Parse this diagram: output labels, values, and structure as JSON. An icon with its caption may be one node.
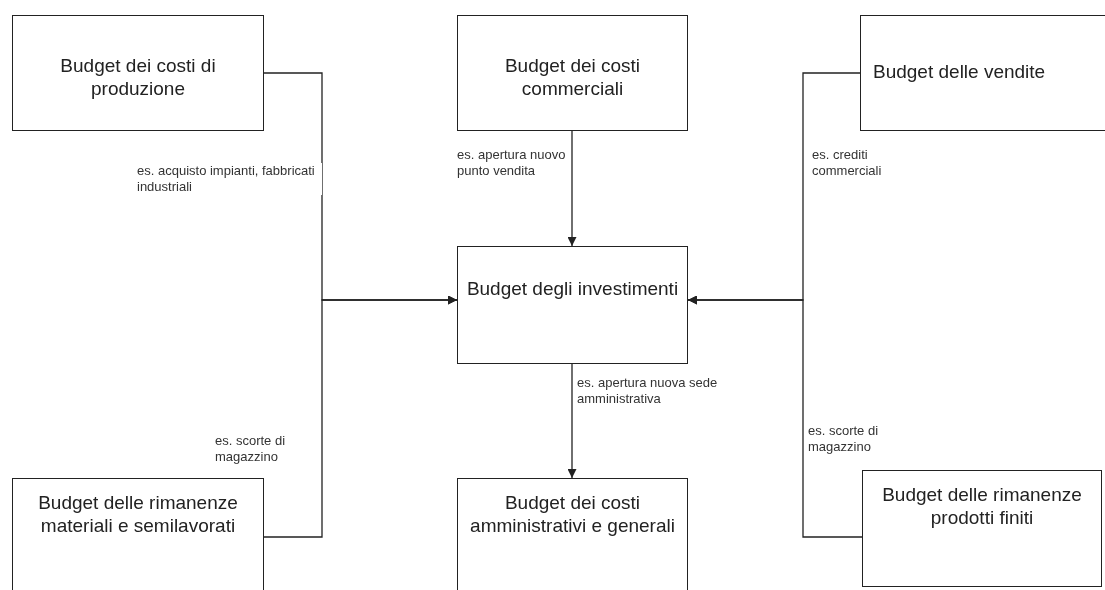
{
  "diagram": {
    "nodes": [
      {
        "text": [
          "Budget dei costi di produzione"
        ]
      },
      {
        "text": [
          "Budget dei costi commerciali"
        ]
      },
      {
        "text": [
          "Budget delle vendite"
        ]
      },
      {
        "text": [
          "Budget degli investimenti"
        ]
      },
      {
        "text": [
          "Budget delle rimanenze materiali e semilavorati"
        ]
      },
      {
        "text": [
          "Budget dei costi amministrativi e generali"
        ]
      },
      {
        "text": [
          "Budget delle rimanenze prodotti finiti"
        ]
      }
    ],
    "edges": [
      {
        "from": 0,
        "to": 3,
        "arrow": "to",
        "label": "es. acquisto impianti, fabbricati industriali"
      },
      {
        "from": 1,
        "to": 3,
        "arrow": "to",
        "label": "es. apertura nuovo punto vendita"
      },
      {
        "from": 2,
        "to": 3,
        "arrow": "to",
        "label": "es. crediti commerciali"
      },
      {
        "from": 4,
        "to": 3,
        "arrow": "to",
        "label": "es. scorte di magazzino"
      },
      {
        "from": 6,
        "to": 3,
        "arrow": "to",
        "label": "es. scorte di magazzino"
      },
      {
        "from": 3,
        "to": 5,
        "arrow": "to",
        "label": "es. apertura nuova sede amministrativa"
      }
    ]
  }
}
